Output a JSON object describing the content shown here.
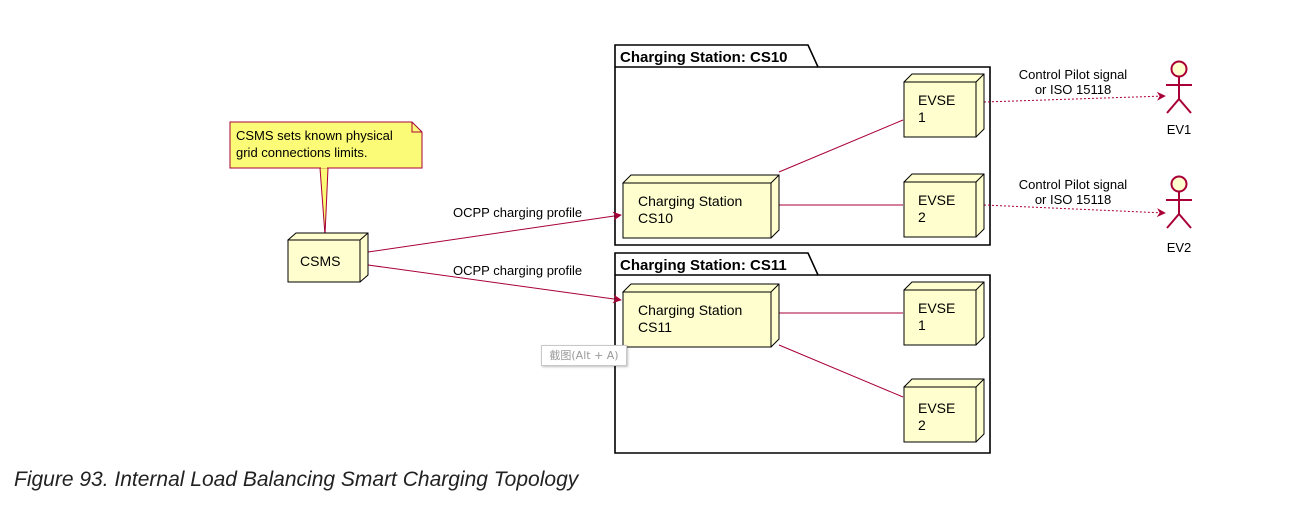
{
  "note": {
    "line1": "CSMS sets known physical",
    "line2": "grid connections limits."
  },
  "csms": {
    "label": "CSMS"
  },
  "edges": {
    "profile_top": "OCPP charging profile",
    "profile_bottom": "OCPP charging profile",
    "ev1_line1": "Control Pilot signal",
    "ev1_line2": "or ISO 15118",
    "ev2_line1": "Control Pilot signal",
    "ev2_line2": "or ISO 15118"
  },
  "packages": {
    "cs10": {
      "title": "Charging Station: CS10",
      "station_line1": "Charging Station",
      "station_line2": "CS10",
      "evse1_line1": "EVSE",
      "evse1_line2": "1",
      "evse2_line1": "EVSE",
      "evse2_line2": "2"
    },
    "cs11": {
      "title": "Charging Station: CS11",
      "station_line1": "Charging Station",
      "station_line2": "CS11",
      "evse1_line1": "EVSE",
      "evse1_line2": "1",
      "evse2_line1": "EVSE",
      "evse2_line2": "2"
    }
  },
  "actors": {
    "ev1": "EV1",
    "ev2": "EV2"
  },
  "tooltip": "截图(Alt + A)",
  "caption": "Figure 93. Internal Load Balancing Smart Charging Topology",
  "colors": {
    "node_fill": "#FEFECE",
    "edge": "#A80036",
    "note_fill": "#FBFB77"
  }
}
